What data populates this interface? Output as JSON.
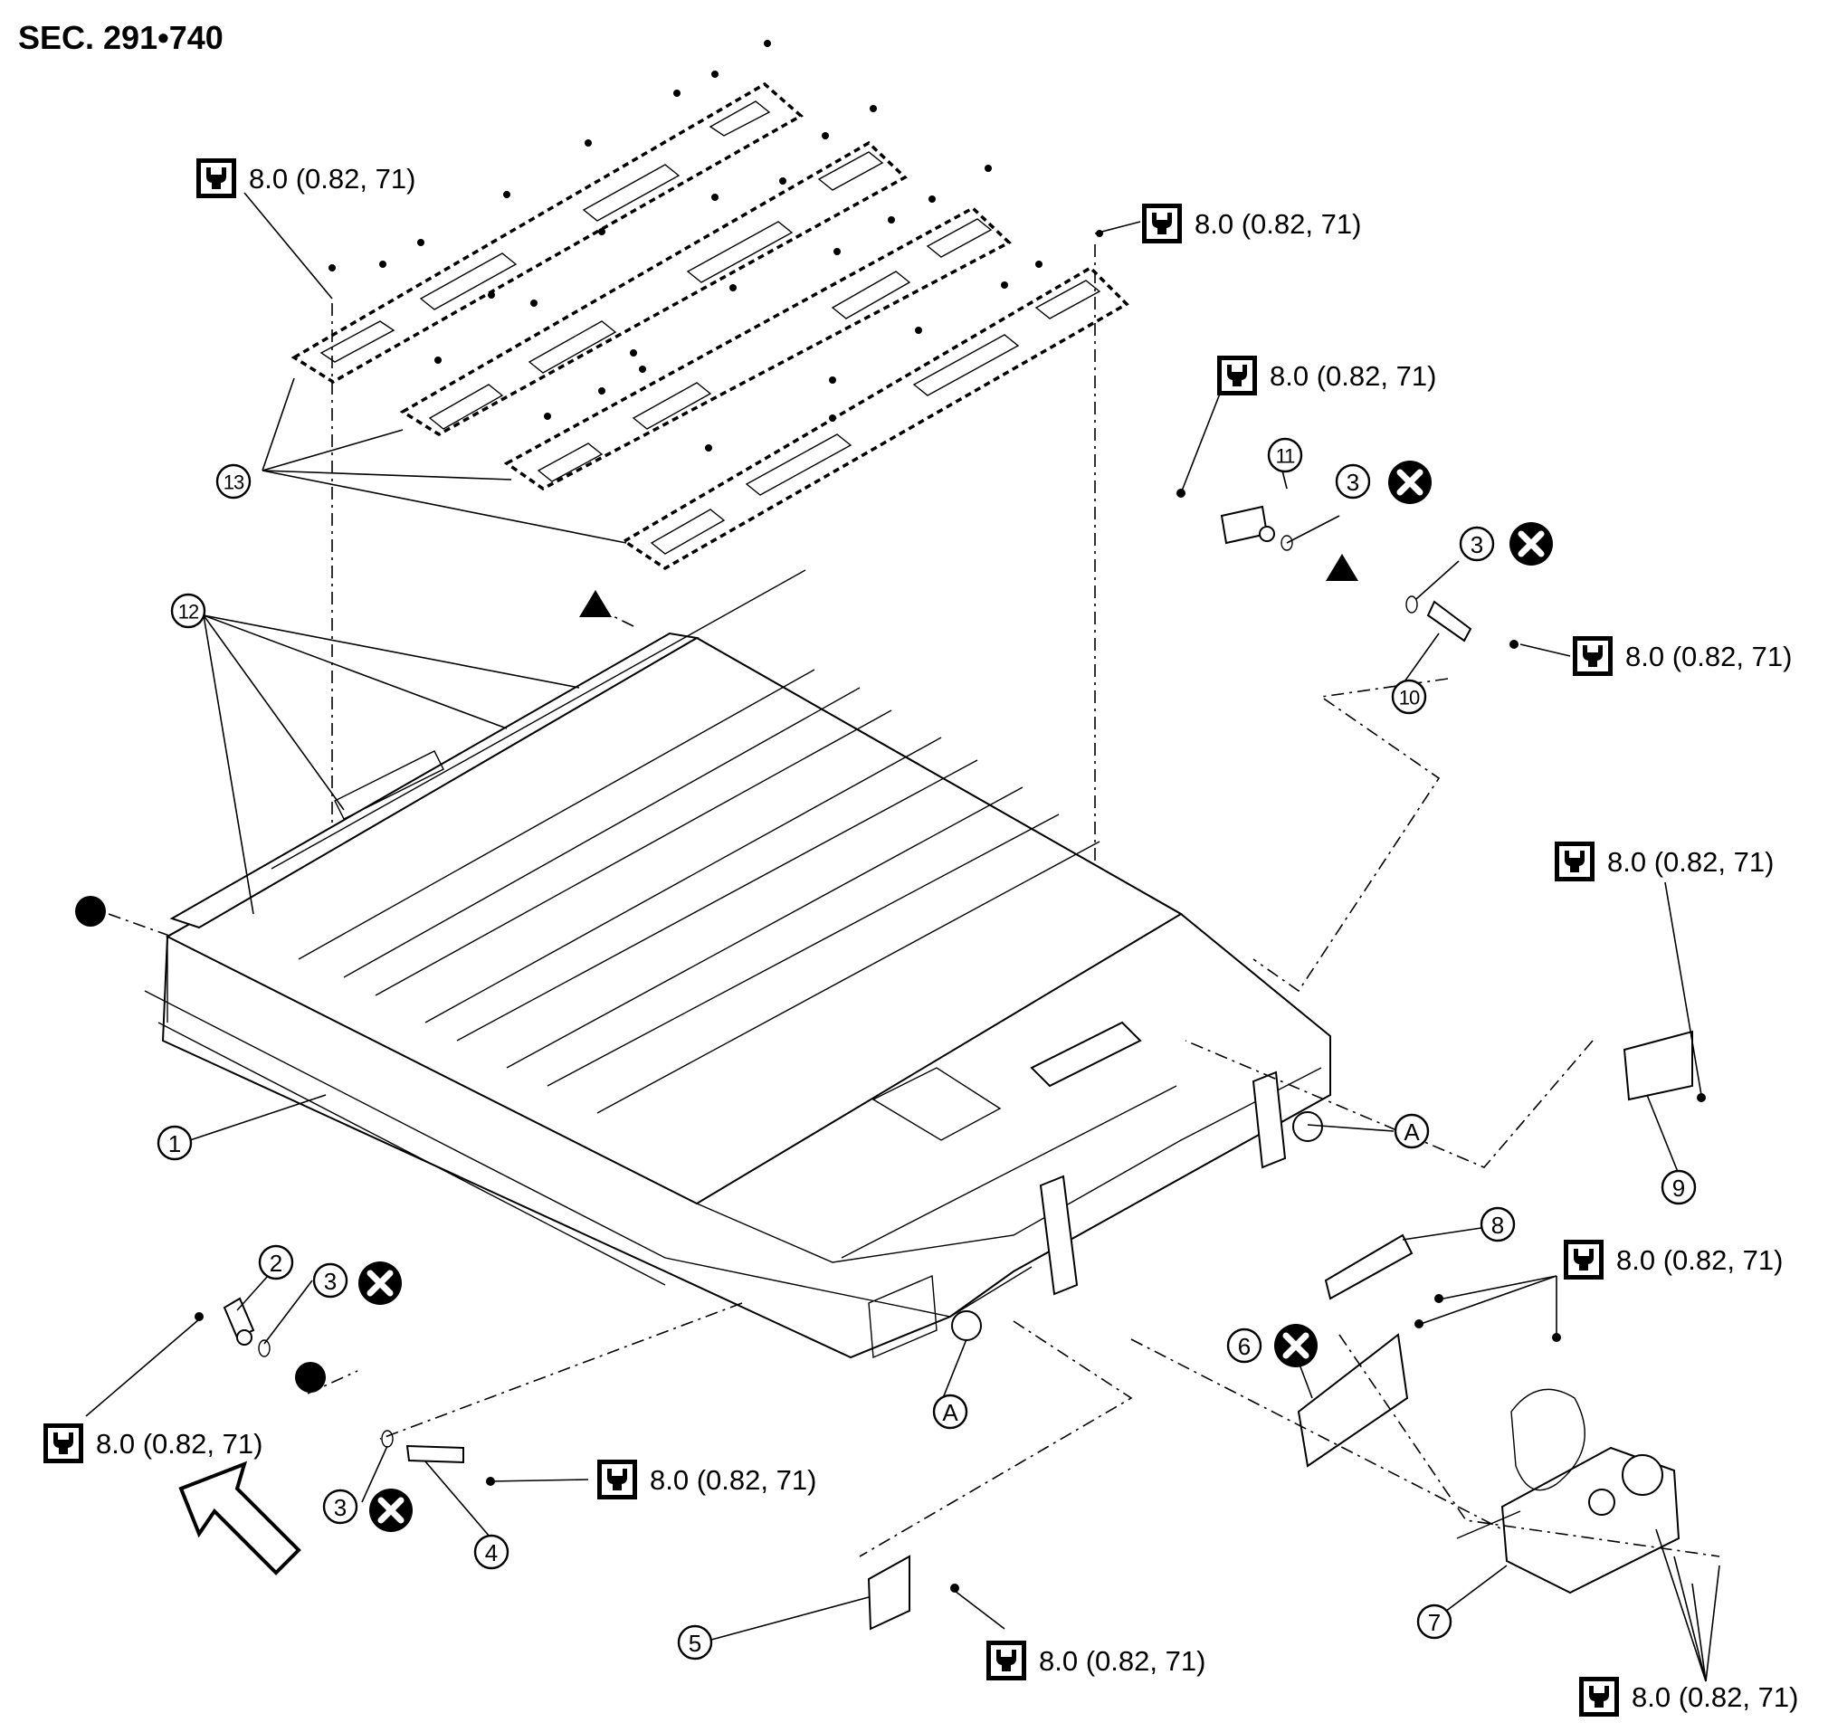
{
  "section": {
    "title": "SEC. 291•740"
  },
  "torque_spec": "8.0 (0.82, 71)",
  "icons": {
    "torque": "torque-wrench-icon",
    "no_reuse": "do-not-reuse-x-icon",
    "assembly_marker_triangle": "triangle-marker-icon",
    "assembly_marker_circle": "circle-marker-icon",
    "front_direction": "front-arrow-icon"
  },
  "callouts": {
    "c1": "1",
    "c2": "2",
    "c3a": "3",
    "c3b": "3",
    "c3c": "3",
    "c3d": "3",
    "c4": "4",
    "c5": "5",
    "c6": "6",
    "c7": "7",
    "c8": "8",
    "c9": "9",
    "c10": "10",
    "c11": "11",
    "c12": "12",
    "c13": "13",
    "a1": "A",
    "a2": "A"
  }
}
